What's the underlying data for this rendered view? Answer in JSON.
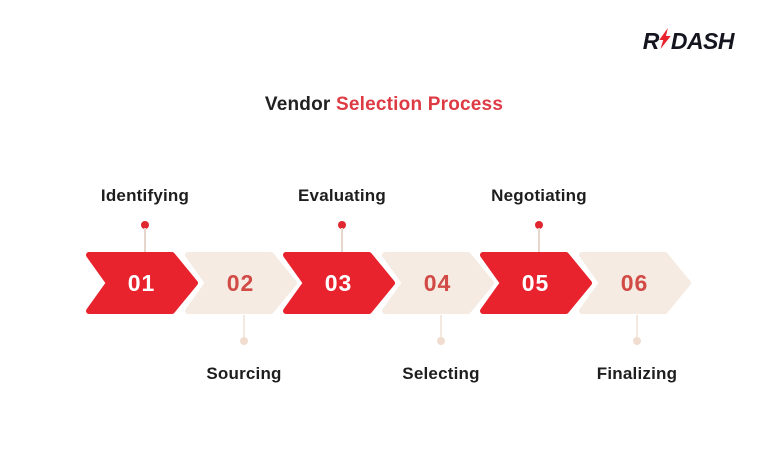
{
  "logo": {
    "prefix": "R",
    "suffix": "DASH",
    "text_color": "#15151f",
    "bolt_color": "#e8232e"
  },
  "title": {
    "black_part": "Vendor",
    "red_part": "Selection Process",
    "red_color": "#dd3a44",
    "black_color": "#212121"
  },
  "process": {
    "steps": [
      {
        "number": "01",
        "label": "Identifying",
        "label_position": "top",
        "variant": "red"
      },
      {
        "number": "02",
        "label": "Sourcing",
        "label_position": "bottom",
        "variant": "beige"
      },
      {
        "number": "03",
        "label": "Evaluating",
        "label_position": "top",
        "variant": "red"
      },
      {
        "number": "04",
        "label": "Selecting",
        "label_position": "bottom",
        "variant": "beige"
      },
      {
        "number": "05",
        "label": "Negotiating",
        "label_position": "top",
        "variant": "red"
      },
      {
        "number": "06",
        "label": "Finalizing",
        "label_position": "bottom",
        "variant": "beige"
      }
    ],
    "colors": {
      "chevron_red": "#e8232e",
      "chevron_beige": "#f6ebe2",
      "number_on_red": "#ffffff",
      "number_on_beige": "#d14a45",
      "top_dot": "#e0262e",
      "top_line": "#e7d6cc",
      "bottom_dot": "#f0ddcf",
      "bottom_line": "#f5e9df",
      "label_text": "#1e1e1e"
    }
  }
}
